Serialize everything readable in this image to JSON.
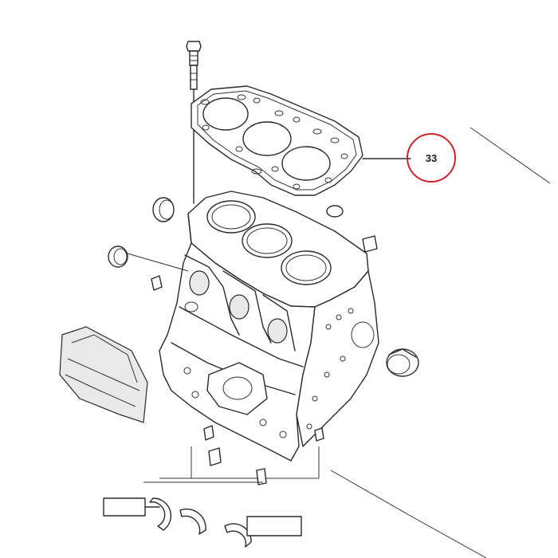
{
  "callout": {
    "label": "33",
    "highlight_color": "#d0202a"
  },
  "parts": [
    {
      "name": "head-bolt"
    },
    {
      "name": "cylinder-head-gasket",
      "callout": "33"
    },
    {
      "name": "cylinder-block"
    },
    {
      "name": "core-plugs"
    },
    {
      "name": "oil-seal"
    },
    {
      "name": "main-bearing-shells"
    }
  ],
  "colors": {
    "line": "#2a2a2a",
    "background": "#ffffff",
    "callout_circle": "#d0202a"
  }
}
